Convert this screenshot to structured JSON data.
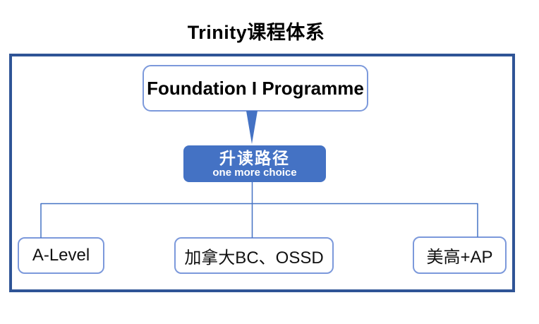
{
  "title": "Trinity课程体系",
  "colors": {
    "accent_blue": "#4472C4",
    "frame_border": "#2F5496",
    "node_border": "#7C99DB",
    "title_text": "#000000",
    "path_node_text": "#FFFFFF"
  },
  "diagram": {
    "root": {
      "label": "Foundation I Programme"
    },
    "path": {
      "label": "升读路径",
      "sublabel": "one more choice"
    },
    "branches": [
      {
        "label": "A-Level"
      },
      {
        "label": "加拿大BC、OSSD"
      },
      {
        "label": "美高+AP"
      }
    ]
  }
}
